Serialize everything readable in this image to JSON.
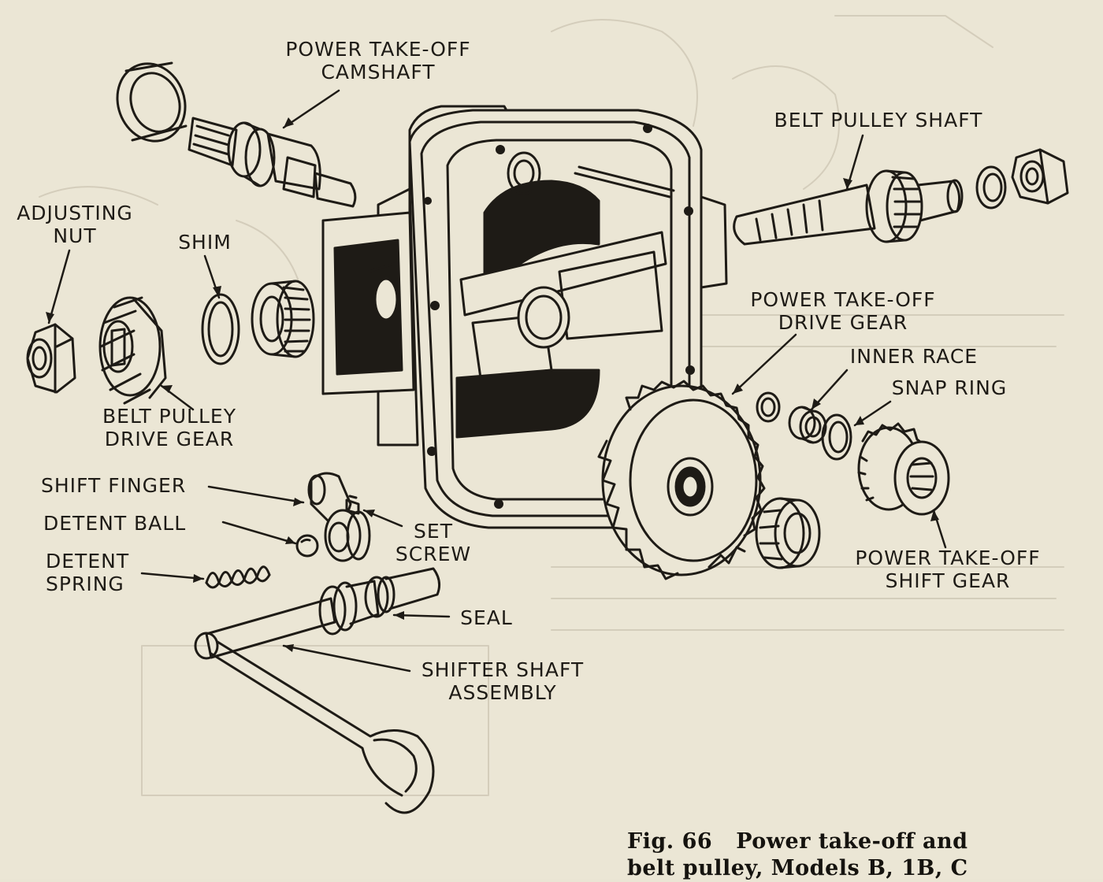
{
  "labels": {
    "pto_camshaft": [
      "POWER TAKE-OFF",
      "CAMSHAFT"
    ],
    "belt_pulley_shaft": "BELT PULLEY SHAFT",
    "adjusting_nut": [
      "ADJUSTING",
      "NUT"
    ],
    "shim": "SHIM",
    "belt_pulley_drive_gear": [
      "BELT PULLEY",
      "DRIVE GEAR"
    ],
    "pto_drive_gear": [
      "POWER TAKE-OFF",
      "DRIVE GEAR"
    ],
    "inner_race": "INNER RACE",
    "snap_ring": "SNAP RING",
    "shift_finger": "SHIFT FINGER",
    "detent_ball": "DETENT BALL",
    "set_screw": [
      "SET",
      "SCREW"
    ],
    "detent_spring": [
      "DETENT",
      "SPRING"
    ],
    "seal": "SEAL",
    "shifter_shaft_assembly": [
      "SHIFTER SHAFT",
      "ASSEMBLY"
    ],
    "pto_shift_gear": [
      "POWER TAKE-OFF",
      "SHIFT GEAR"
    ]
  },
  "caption": {
    "number": "Fig. 66",
    "title_line1": "Power take-off and",
    "title_line2": "belt pulley, Models B, 1B, C"
  },
  "colors": {
    "paper": "#ebe6d5",
    "ink": "#1e1b16",
    "bleed_through": "#b9b2a0"
  }
}
